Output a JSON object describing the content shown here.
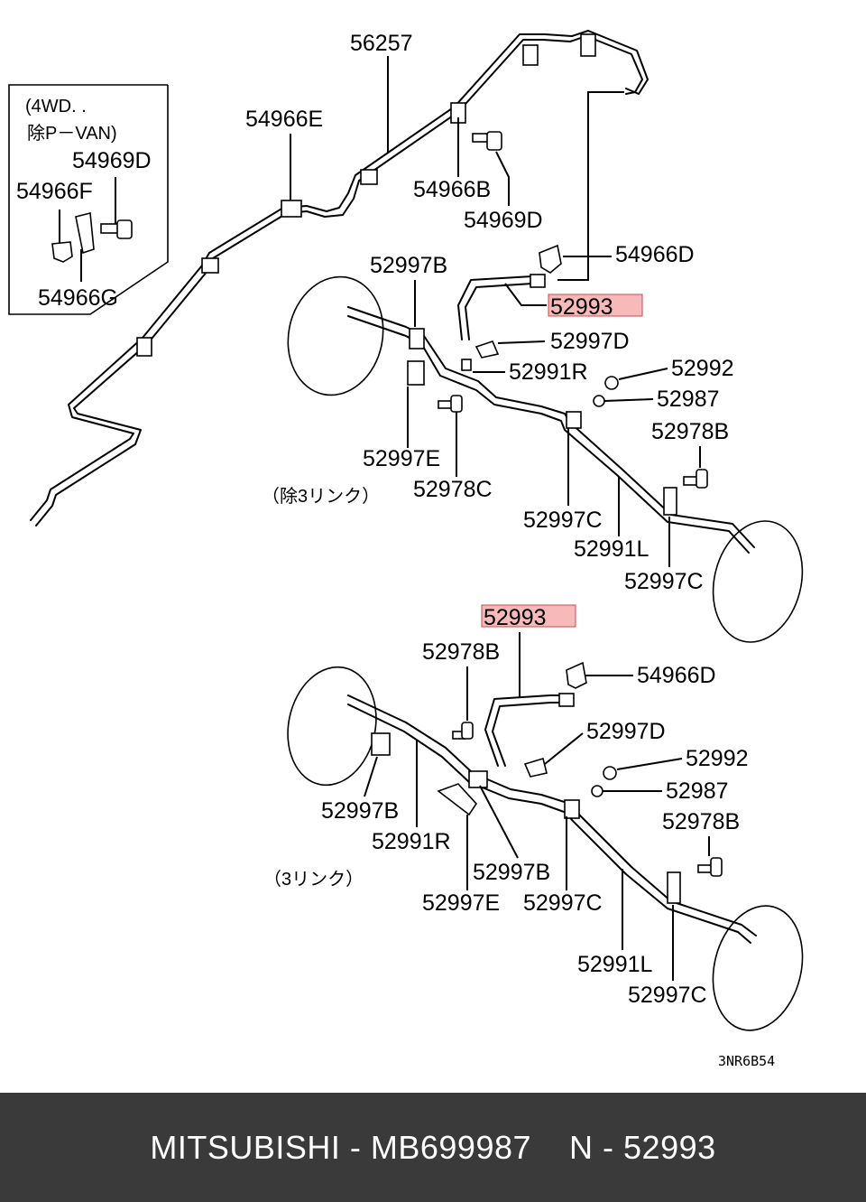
{
  "diagram": {
    "inset": {
      "line1": "(4WD. .",
      "line2": "除P－VAN)",
      "labels": [
        "54969D",
        "54966F",
        "54966G"
      ]
    },
    "upper": {
      "labels": [
        "56257",
        "54966E",
        "54966B",
        "54969D",
        "54966D",
        "52997B",
        "52993",
        "52997D",
        "52991R",
        "52992",
        "52987",
        "52978B",
        "52997E",
        "52978C",
        "52997C",
        "52991L",
        "52997C"
      ],
      "variant": "（除3リンク）"
    },
    "lower": {
      "labels": [
        "52993",
        "52978B",
        "54966D",
        "52997D",
        "52992",
        "52987",
        "52978B",
        "52997B",
        "52991R",
        "52997B",
        "52997E",
        "52997C",
        "52991L",
        "52997C"
      ],
      "variant": "（3リンク）"
    },
    "drawing_code": "3NR6B54",
    "highlight_color": "#f08080"
  },
  "footer": {
    "brand": "MITSUBISHI",
    "separator": " - ",
    "part_number": "MB699987",
    "gap": "    ",
    "ref_prefix": "N",
    "ref_separator": " - ",
    "ref_number": "52993"
  }
}
